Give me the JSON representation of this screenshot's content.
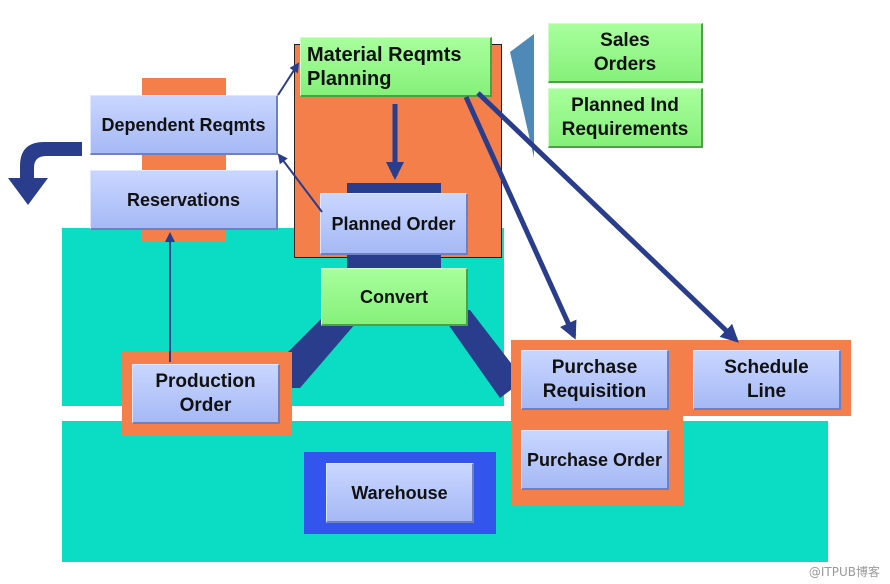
{
  "nodes": {
    "mrp": "Material Reqmts\nPlanning",
    "sales_orders": "Sales\nOrders",
    "planned_ind": "Planned Ind\nRequirements",
    "dependent": "Dependent Reqmts",
    "reservations": "Reservations",
    "planned_order": "Planned Order",
    "convert": "Convert",
    "production_order": "Production\nOrder",
    "purchase_req": "Purchase\nRequisition",
    "schedule_line": "Schedule\nLine",
    "purchase_order": "Purchase Order",
    "warehouse": "Warehouse"
  },
  "watermark": "@ITPUB博客",
  "colors": {
    "teal": "#0bdcc4",
    "orange": "#f57f4b",
    "navy": "#2a3d8c",
    "box_blue": "#a6b9f6",
    "box_green": "#86f07a",
    "warehouse_frame": "#3355ee"
  }
}
